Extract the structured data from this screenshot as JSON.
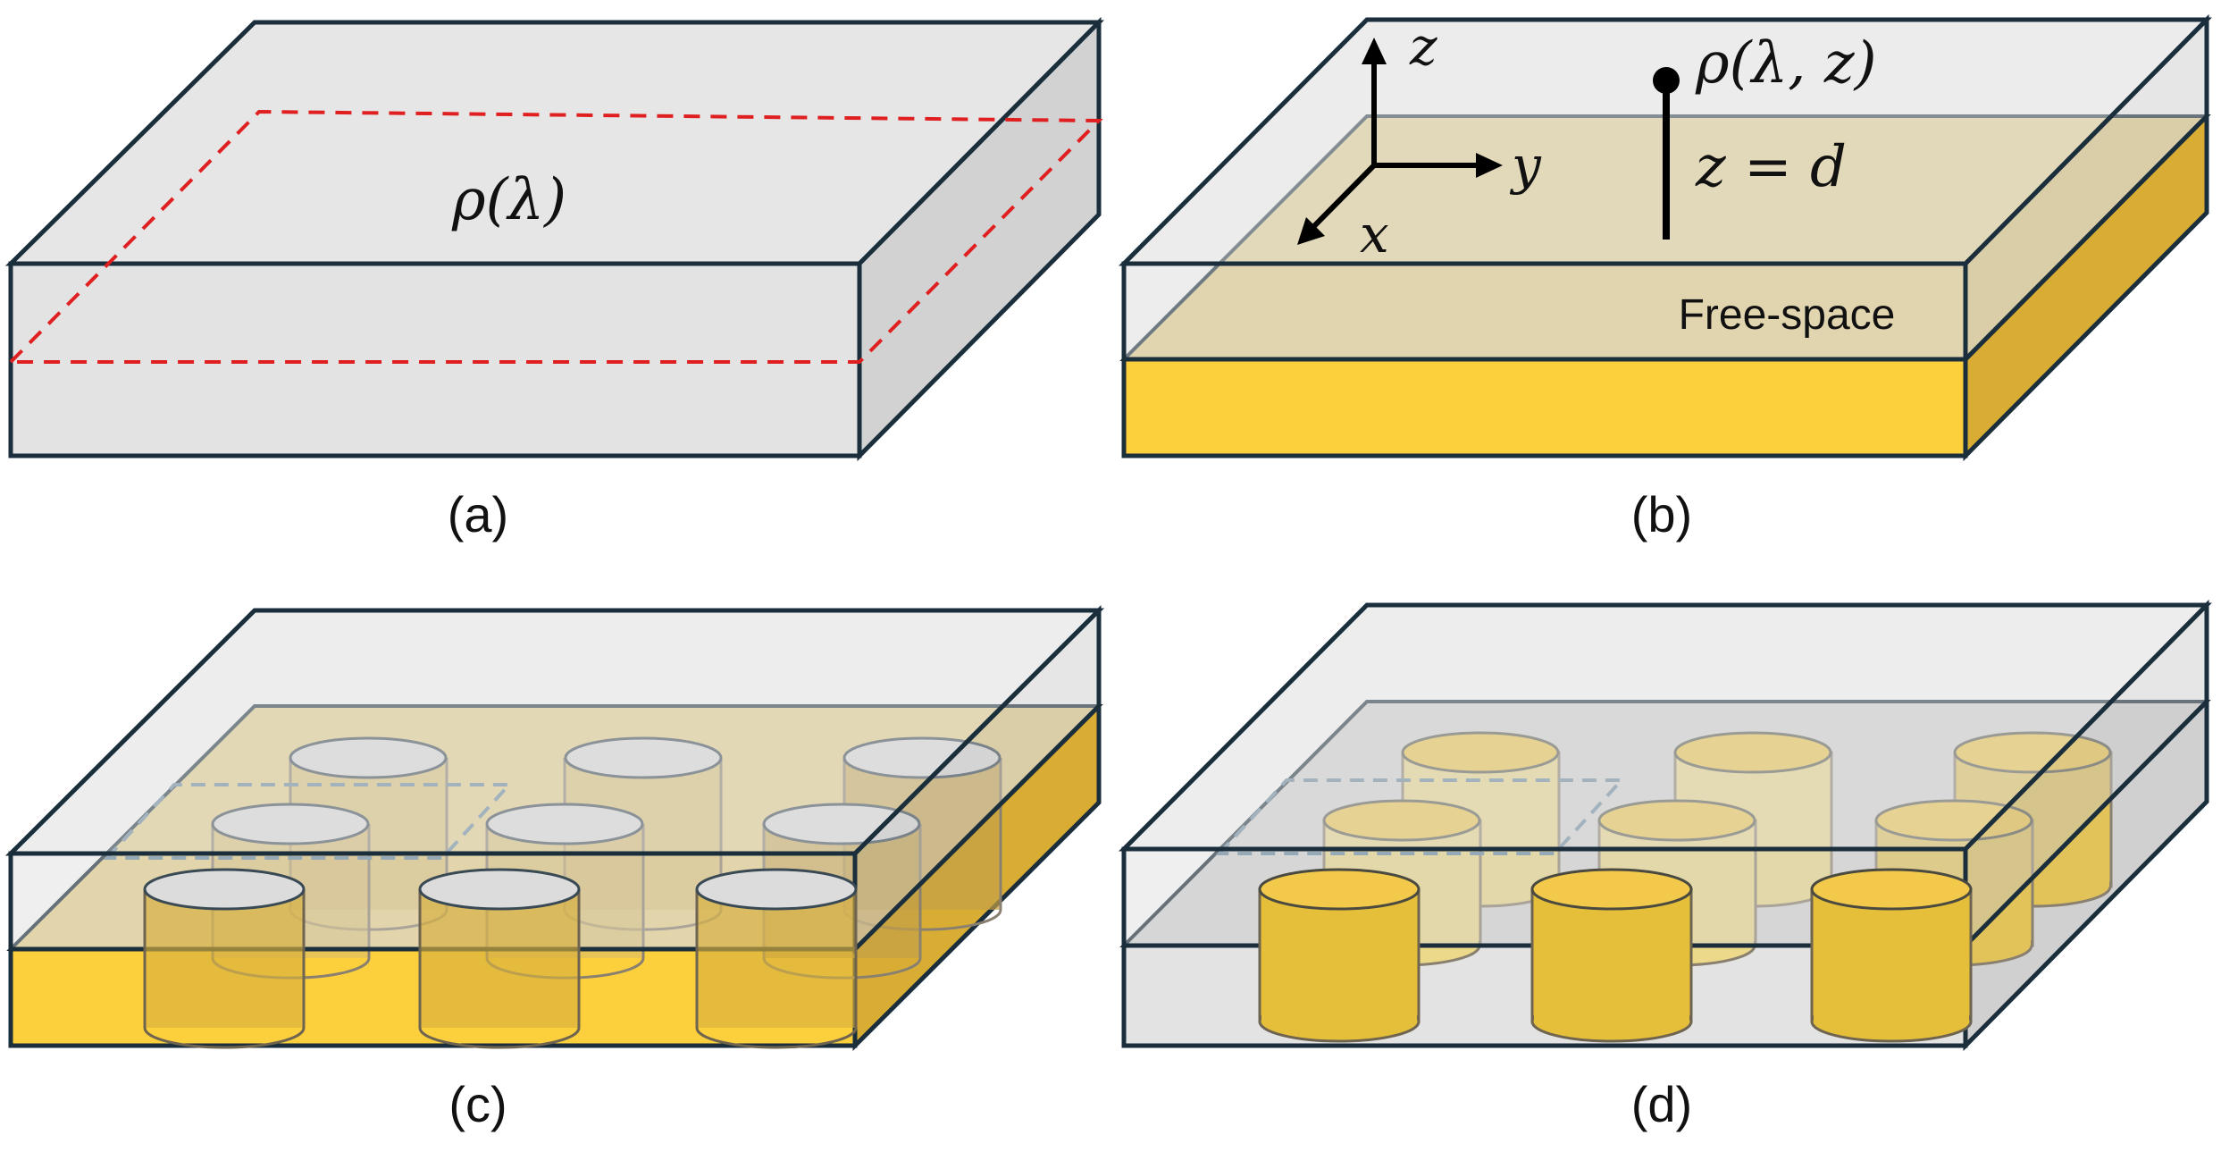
{
  "panels": {
    "a": {
      "caption": "(a)",
      "quantity": "ρ(λ)"
    },
    "b": {
      "caption": "(b)",
      "quantity": "ρ(λ, z)",
      "position": "z = d",
      "region_label": "Free-space",
      "axes": {
        "x": "x",
        "y": "y",
        "z": "z"
      }
    },
    "c": {
      "caption": "(c)"
    },
    "d": {
      "caption": "(d)"
    }
  },
  "colors": {
    "slab_gray": "#e3e3e3",
    "slab_side": "#cfcfcf",
    "gold": "#fcd03c",
    "gold_side": "#d9ad34",
    "outline": "#1b2e3c",
    "dash_red": "#e02020",
    "dash_blue": "#6a8aa0"
  }
}
